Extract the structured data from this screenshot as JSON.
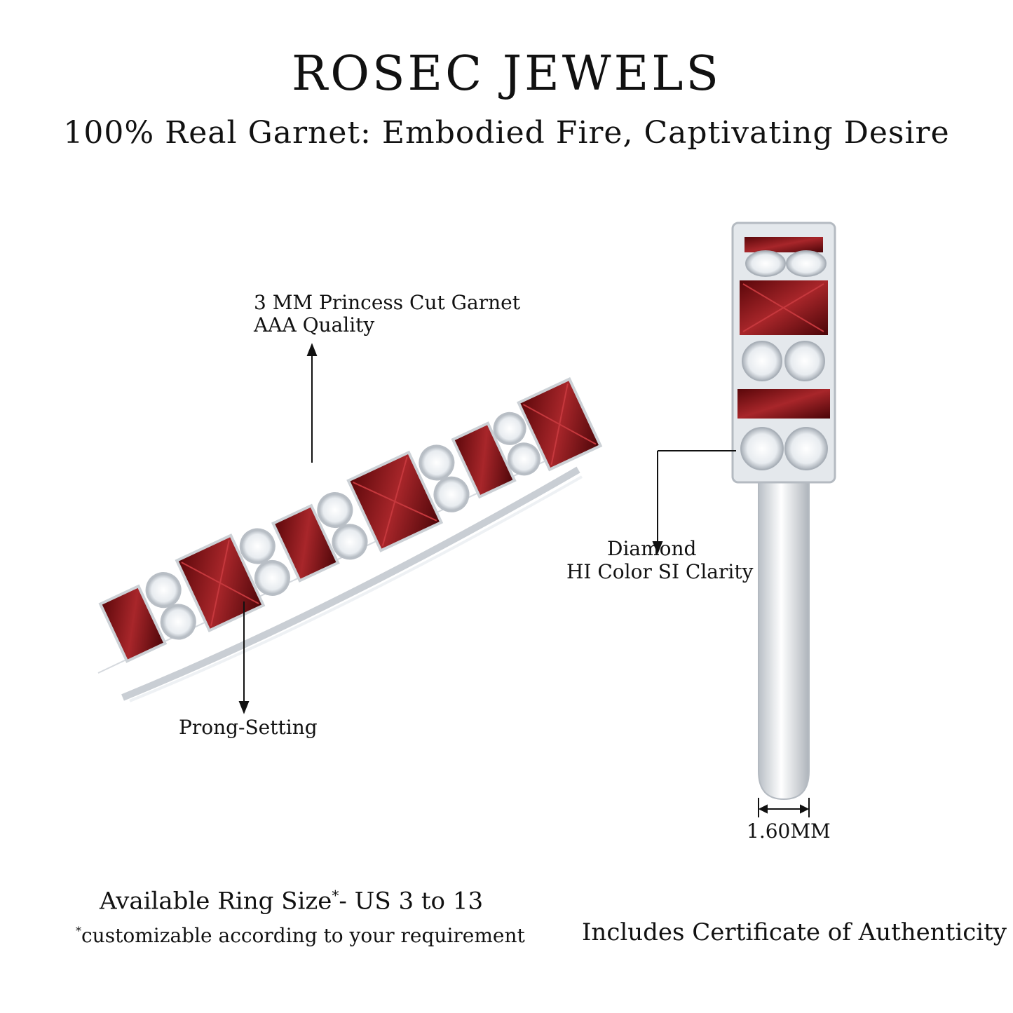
{
  "brand": "ROSEC JEWELS",
  "tagline": "100% Real Garnet: Embodied Fire, Captivating Desire",
  "annotations": {
    "garnet_line1": "3 MM Princess Cut Garnet",
    "garnet_line2": "AAA Quality",
    "prong": "Prong-Setting",
    "diamond_line1": "Diamond",
    "diamond_line2": "HI Color SI Clarity",
    "width": "1.60MM"
  },
  "ring_size": {
    "label": "Available Ring Size",
    "star": "*",
    "range": "- US 3 to 13",
    "note_star": "*",
    "note": "customizable according to your requirement"
  },
  "certificate": "Includes Certificate of Authenticity",
  "colors": {
    "garnet": "#7a0f12",
    "garnet_light": "#a8262a",
    "metal": "#dfe3e8",
    "diamond": "#f4f6f8",
    "text": "#111111"
  }
}
